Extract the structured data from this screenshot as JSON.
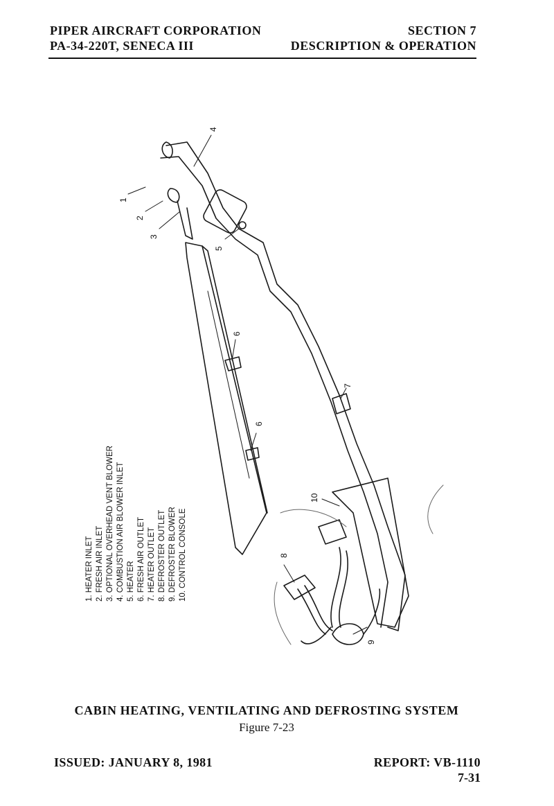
{
  "header": {
    "company": "PIPER AIRCRAFT CORPORATION",
    "model": "PA-34-220T, SENECA III",
    "section": "SECTION 7",
    "section_title": "DESCRIPTION & OPERATION"
  },
  "figure": {
    "title": "CABIN HEATING, VENTILATING AND DEFROSTING SYSTEM",
    "caption": "Figure 7-23",
    "legend": [
      "1. HEATER INLET",
      "2. FRESH AIR INLET",
      "3. OPTIONAL OVERHEAD VENT BLOWER",
      "4. COMBUSTION AIR BLOWER INLET",
      "5. HEATER",
      "6. FRESH AIR OUTLET",
      "7. HEATER OUTLET",
      "8. DEFROSTER OUTLET",
      "9. DEFROSTER BLOWER",
      "10. CONTROL CONSOLE"
    ],
    "callouts": [
      "1",
      "2",
      "3",
      "4",
      "5",
      "6",
      "6",
      "7",
      "8",
      "9",
      "10"
    ]
  },
  "footer": {
    "issued": "ISSUED: JANUARY 8, 1981",
    "report": "REPORT: VB-1110",
    "page": "7-31"
  }
}
